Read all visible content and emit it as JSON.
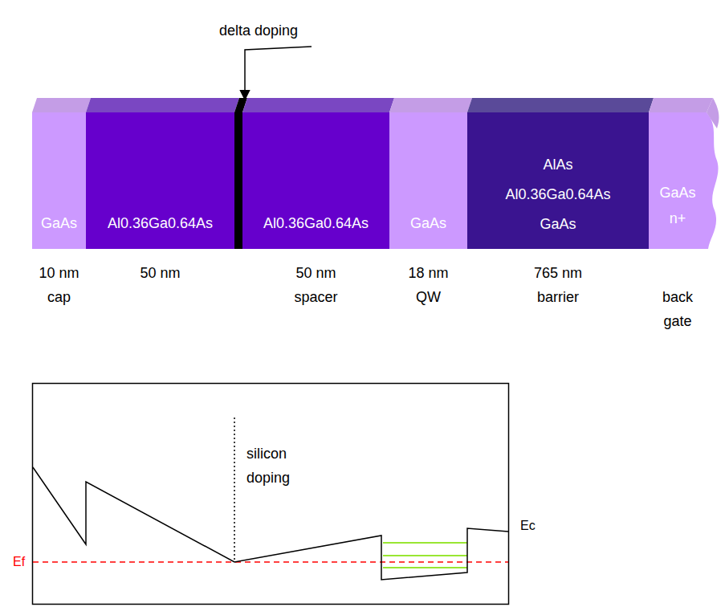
{
  "diagram": {
    "nodes": [
      {
        "text": [
          "GaAs",
          "10 nm cap"
        ]
      },
      {
        "text": [
          "Al0.36Ga0.64As",
          "50 nm"
        ]
      },
      {
        "text": [
          "Al0.36Ga0.64As",
          "50 nm spacer"
        ]
      },
      {
        "text": [
          "GaAs",
          "18 nm QW"
        ]
      },
      {
        "text": [
          "AlAs Al0.36Ga0.64As GaAs",
          "765 nm barrier"
        ]
      },
      {
        "text": [
          "GaAs n+",
          "back gate"
        ]
      }
    ],
    "labels": [
      "delta doping",
      "silicon doping",
      "Ef",
      "Ec"
    ]
  }
}
